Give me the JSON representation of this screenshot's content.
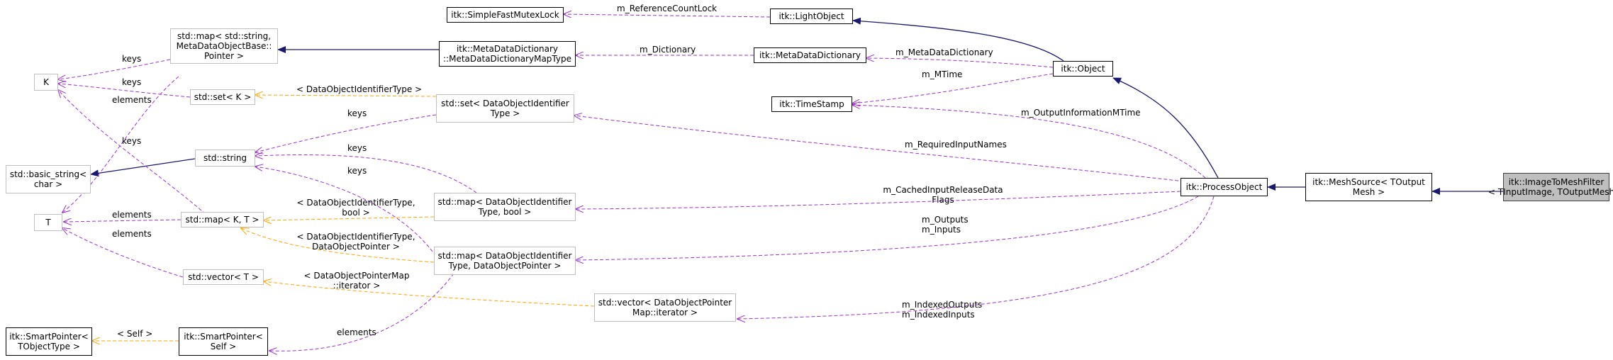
{
  "colors": {
    "inheritance": "#191970",
    "usage": "#9a32cd",
    "template": "#ffa500",
    "focus_fill": "#bfbfbf"
  },
  "nodes": {
    "fastmutex": "itk::SimpleFastMutexLock",
    "lightobject": "itk::LightObject",
    "mdmaptype": "itk::MetaDataDictionary\n::MetaDataDictionaryMapType",
    "mddict": "itk::MetaDataDictionary",
    "object": "itk::Object",
    "timestamp": "itk::TimeStamp",
    "stdmapmeta": "std::map< std::string,\nMetaDataObjectBase::\nPointer >",
    "K": "K",
    "stdsetK": "std::set< K >",
    "stdsetdoit": "std::set< DataObjectIdentifier\nType >",
    "basicstring": "std::basic_string<\nchar >",
    "stdstring": "std::string",
    "T": "T",
    "stdmapKT": "std::map< K, T >",
    "stdmapbool": "std::map< DataObjectIdentifier\nType, bool >",
    "stdmapdop": "std::map< DataObjectIdentifier\nType, DataObjectPointer >",
    "stdvectorT": "std::vector< T >",
    "stdvectordop": "std::vector< DataObjectPointer\nMap::iterator >",
    "smartptrT": "itk::SmartPointer<\nTObjectType >",
    "smartptrself": "itk::SmartPointer<\nSelf >",
    "processobject": "itk::ProcessObject",
    "meshsource": "itk::MeshSource< TOutput\nMesh >",
    "imagetomesh": "itk::ImageToMeshFilter\n< TInputImage, TOutputMesh >"
  },
  "edge_labels": {
    "ref_count_lock": "m_ReferenceCountLock",
    "dictionary": "m_Dictionary",
    "metadata_dictionary": "m_MetaDataDictionary",
    "mtime": "m_MTime",
    "output_info_mtime": "m_OutputInformationMTime",
    "required_input_names": "m_RequiredInputNames",
    "cached_input_release": "m_CachedInputReleaseData\nFlags",
    "outputs_inputs": "m_Outputs\nm_Inputs",
    "indexed": "m_IndexedOutputs\nm_IndexedInputs",
    "keys": "keys",
    "elements": "elements",
    "tmpl_doit": "< DataObjectIdentifierType >",
    "tmpl_doit_bool": "< DataObjectIdentifierType,\nbool >",
    "tmpl_doit_dop": "< DataObjectIdentifierType,\nDataObjectPointer >",
    "tmpl_dopmap_iter": "< DataObjectPointerMap\n::iterator >",
    "tmpl_self": "< Self >"
  }
}
